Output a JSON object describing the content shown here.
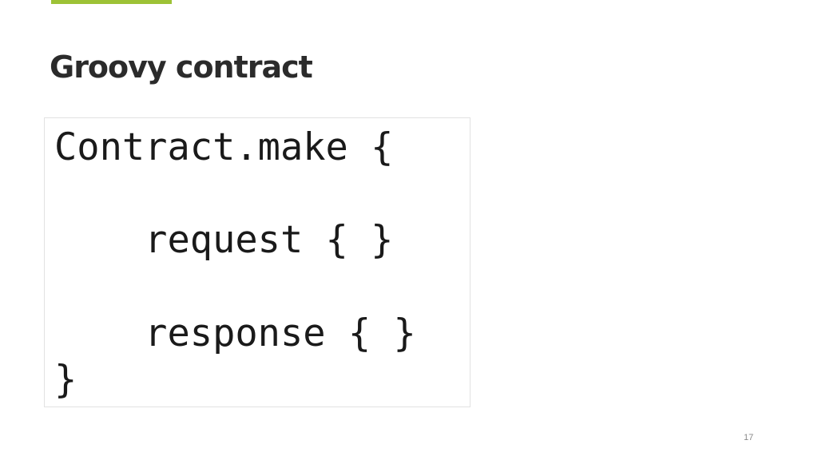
{
  "slide": {
    "title": "Groovy contract",
    "page_number": "17",
    "accent_color": "#9dc236"
  },
  "code": {
    "lines": [
      "Contract.make {",
      "    request { }",
      "    response { }",
      "}"
    ]
  }
}
